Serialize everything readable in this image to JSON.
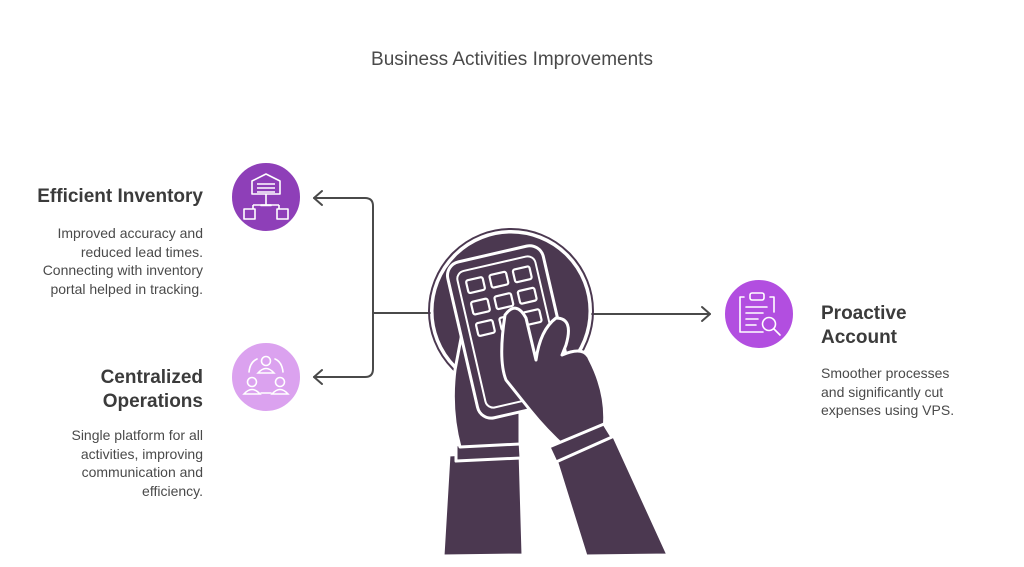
{
  "title": "Business Activities Improvements",
  "items": [
    {
      "heading": "Efficient Inventory",
      "description": "Improved accuracy and reduced lead times. Connecting with inventory portal helped in tracking.",
      "icon": "warehouse-network-icon",
      "color": "#8e3fb8"
    },
    {
      "heading": "Centralized Operations",
      "description": "Single platform for all activities, improving communication and efficiency.",
      "icon": "team-network-icon",
      "color": "#dba2ef"
    },
    {
      "heading": "Proactive Account",
      "description": "Smoother processes and significantly cut expenses using VPS.",
      "icon": "clipboard-search-icon",
      "color": "#b24ee0"
    }
  ],
  "center_icon": "hands-calculator-icon",
  "colors": {
    "hands": "#4b3850",
    "connector": "#4a4a4a"
  }
}
